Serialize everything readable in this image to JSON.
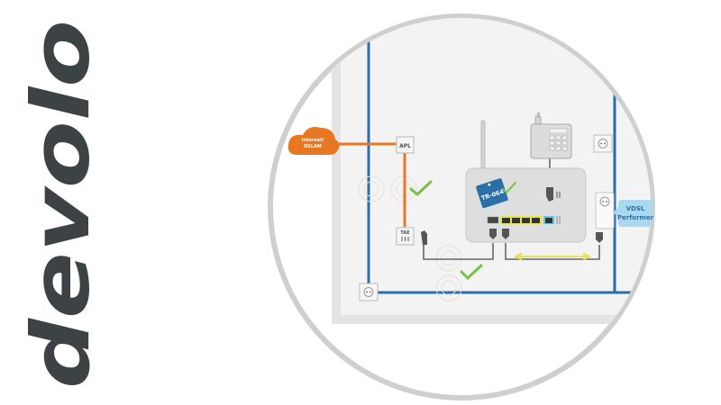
{
  "brand": {
    "logo_text": "devolo"
  },
  "diagram": {
    "cloud_label_line1": "Internet/",
    "cloud_label_line2": "DSLAM",
    "apl_label": "APL",
    "tae_label": "TAE",
    "router_badge": "TR-064",
    "adapter_callout_line1": "VDSL",
    "adapter_callout_line2": "Performer",
    "colors": {
      "power_line": "#2a6fa8",
      "dsl_line": "#e87722",
      "cloud": "#e87722",
      "check": "#7ac143",
      "ethernet_link": "#e3e35a",
      "callout": "#a9d8f0",
      "badge": "#2a6fa8",
      "logo": "#3d4244"
    }
  }
}
